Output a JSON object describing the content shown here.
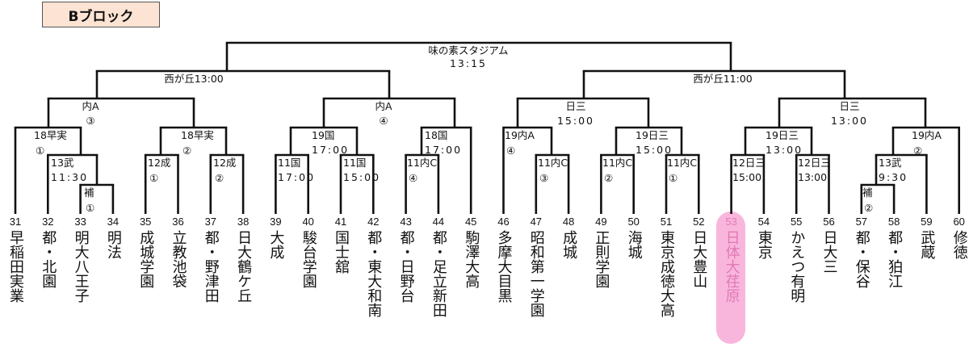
{
  "title": "Bブロック",
  "final": {
    "venue": "味の素スタジアム",
    "time": "13:15"
  },
  "semis": [
    {
      "label": "西が丘13:00"
    },
    {
      "label": "西が丘11:00"
    }
  ],
  "quarters": [
    {
      "line1": "内A",
      "line2": "③"
    },
    {
      "line1": "内A",
      "line2": "④"
    },
    {
      "line1": "日三",
      "line2": "15:00"
    },
    {
      "line1": "日三",
      "line2": "13:00"
    }
  ],
  "matches": [
    {
      "line1": "18早実",
      "line2": "①",
      "red": true
    },
    {
      "line1": "13武",
      "line2": "11:30"
    },
    {
      "line1": "補",
      "line2": "①"
    },
    {
      "line1": "18早実",
      "line2": "②",
      "red": true
    },
    {
      "line1": "12成",
      "line2": "①"
    },
    {
      "line1": "12成",
      "line2": "②"
    },
    {
      "line1": "19国",
      "line2": "17:00"
    },
    {
      "line1": "11国",
      "line2": "17:00"
    },
    {
      "line1": "11国",
      "line2": "15:00"
    },
    {
      "line1": "18国",
      "line2": "17:00"
    },
    {
      "line1": "11内C",
      "line2": "④"
    },
    {
      "line1": "19内A",
      "line2": "④"
    },
    {
      "line1": "11内C",
      "line2": "③"
    },
    {
      "line1": "19日三",
      "line2": "15:00"
    },
    {
      "line1": "11内C",
      "line2": "②"
    },
    {
      "line1": "11内C",
      "line2": "①"
    },
    {
      "line1": "19日三",
      "line2": "13:00"
    },
    {
      "line1": "12日三",
      "line2": "15:00",
      "small": true
    },
    {
      "line1": "12日三",
      "line2": "13:00",
      "small": true
    },
    {
      "line1": "19内A",
      "line2": "②"
    },
    {
      "line1": "13武",
      "line2": "9:30"
    },
    {
      "line1": "補",
      "line2": "②"
    }
  ],
  "teams": [
    {
      "no": "31",
      "name": "早稲田実業"
    },
    {
      "no": "32",
      "name": "都・北園"
    },
    {
      "no": "33",
      "name": "明大八王子"
    },
    {
      "no": "34",
      "name": "明法"
    },
    {
      "no": "35",
      "name": "成城学園"
    },
    {
      "no": "36",
      "name": "立教池袋"
    },
    {
      "no": "37",
      "name": "都・野津田"
    },
    {
      "no": "38",
      "name": "日大鶴ケ丘"
    },
    {
      "no": "39",
      "name": "大成"
    },
    {
      "no": "40",
      "name": "駿台学園"
    },
    {
      "no": "41",
      "name": "国士舘"
    },
    {
      "no": "42",
      "name": "都・東大和南"
    },
    {
      "no": "43",
      "name": "都・日野台"
    },
    {
      "no": "44",
      "name": "都・足立新田"
    },
    {
      "no": "45",
      "name": "駒澤大高"
    },
    {
      "no": "46",
      "name": "多摩大目黒"
    },
    {
      "no": "47",
      "name": "昭和第一学園"
    },
    {
      "no": "48",
      "name": "成城"
    },
    {
      "no": "49",
      "name": "正則学園"
    },
    {
      "no": "50",
      "name": "海城"
    },
    {
      "no": "51",
      "name": "東京成徳大高"
    },
    {
      "no": "52",
      "name": "日大豊山"
    },
    {
      "no": "53",
      "name": "日体大荏原",
      "highlight": true
    },
    {
      "no": "54",
      "name": "東京"
    },
    {
      "no": "55",
      "name": "かえつ有明"
    },
    {
      "no": "56",
      "name": "日大三"
    },
    {
      "no": "57",
      "name": "都・保谷"
    },
    {
      "no": "58",
      "name": "都・狛江"
    },
    {
      "no": "59",
      "name": "武蔵"
    },
    {
      "no": "60",
      "name": "修徳"
    }
  ],
  "colors": {
    "line": "#111111",
    "red": "#e8202a",
    "highlight_bg": "#f9b6dc",
    "highlight_text": "#e07ab4",
    "title_bg": "#fde3d3"
  }
}
